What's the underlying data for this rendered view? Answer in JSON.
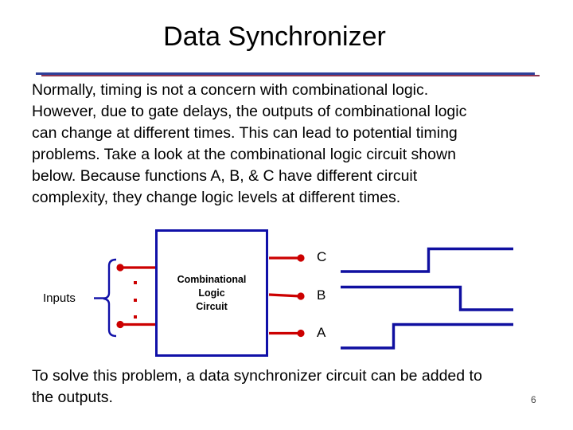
{
  "slide": {
    "title": "Data Synchronizer",
    "body_paragraph": "Normally, timing is not a concern with combinational logic.\nHowever, due to gate delays, the outputs of combinational logic\ncan change at different times. This can lead to potential timing\nproblems. Take a look at the combinational logic circuit shown\nbelow. Because functions A, B, & C have different circuit\ncomplexity, they change logic levels at different times.",
    "footer_paragraph": "To solve this problem, a data synchronizer circuit can be added to\nthe outputs.",
    "page_number": "6"
  },
  "diagram": {
    "inputs_label": "Inputs",
    "box_label": "Combinational\nLogic\nCircuit",
    "outputs": [
      {
        "label": "C",
        "initial_level": "low",
        "transition": "rises mid-trace"
      },
      {
        "label": "B",
        "initial_level": "high",
        "transition": "falls late"
      },
      {
        "label": "A",
        "initial_level": "low",
        "transition": "rises early"
      }
    ],
    "colors": {
      "wire_red": "#cc0000",
      "shape_blue": "#1010a8",
      "divider_blue": "#2e3f99",
      "divider_red": "#8f3652"
    }
  }
}
